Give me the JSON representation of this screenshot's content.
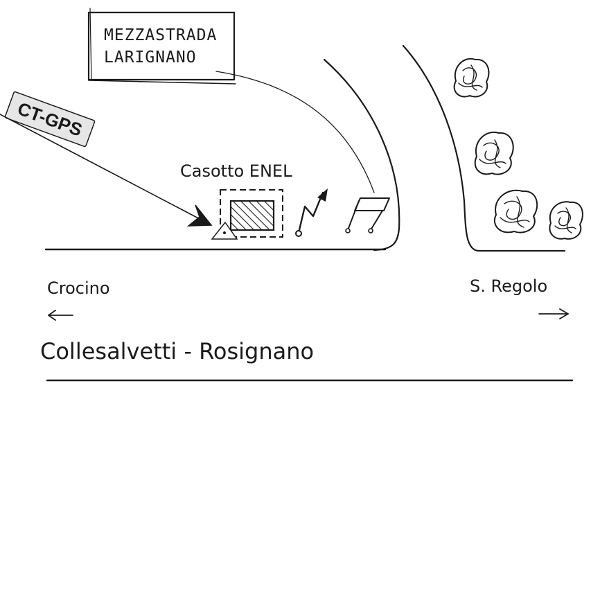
{
  "badge": {
    "label": "CT-GPS"
  },
  "sign": {
    "line1": "MEZZASTRADA",
    "line2": "LARIGNANO"
  },
  "landmark": {
    "label": "Casotto ENEL"
  },
  "roads": {
    "main_road": "Collesalvetti - Rosignano",
    "left_direction": "Crocino",
    "right_direction": "S. Regolo"
  },
  "colors": {
    "ink": "#1a1a1a",
    "paper": "#ffffff",
    "badge_fill": "#e6e6e6"
  }
}
